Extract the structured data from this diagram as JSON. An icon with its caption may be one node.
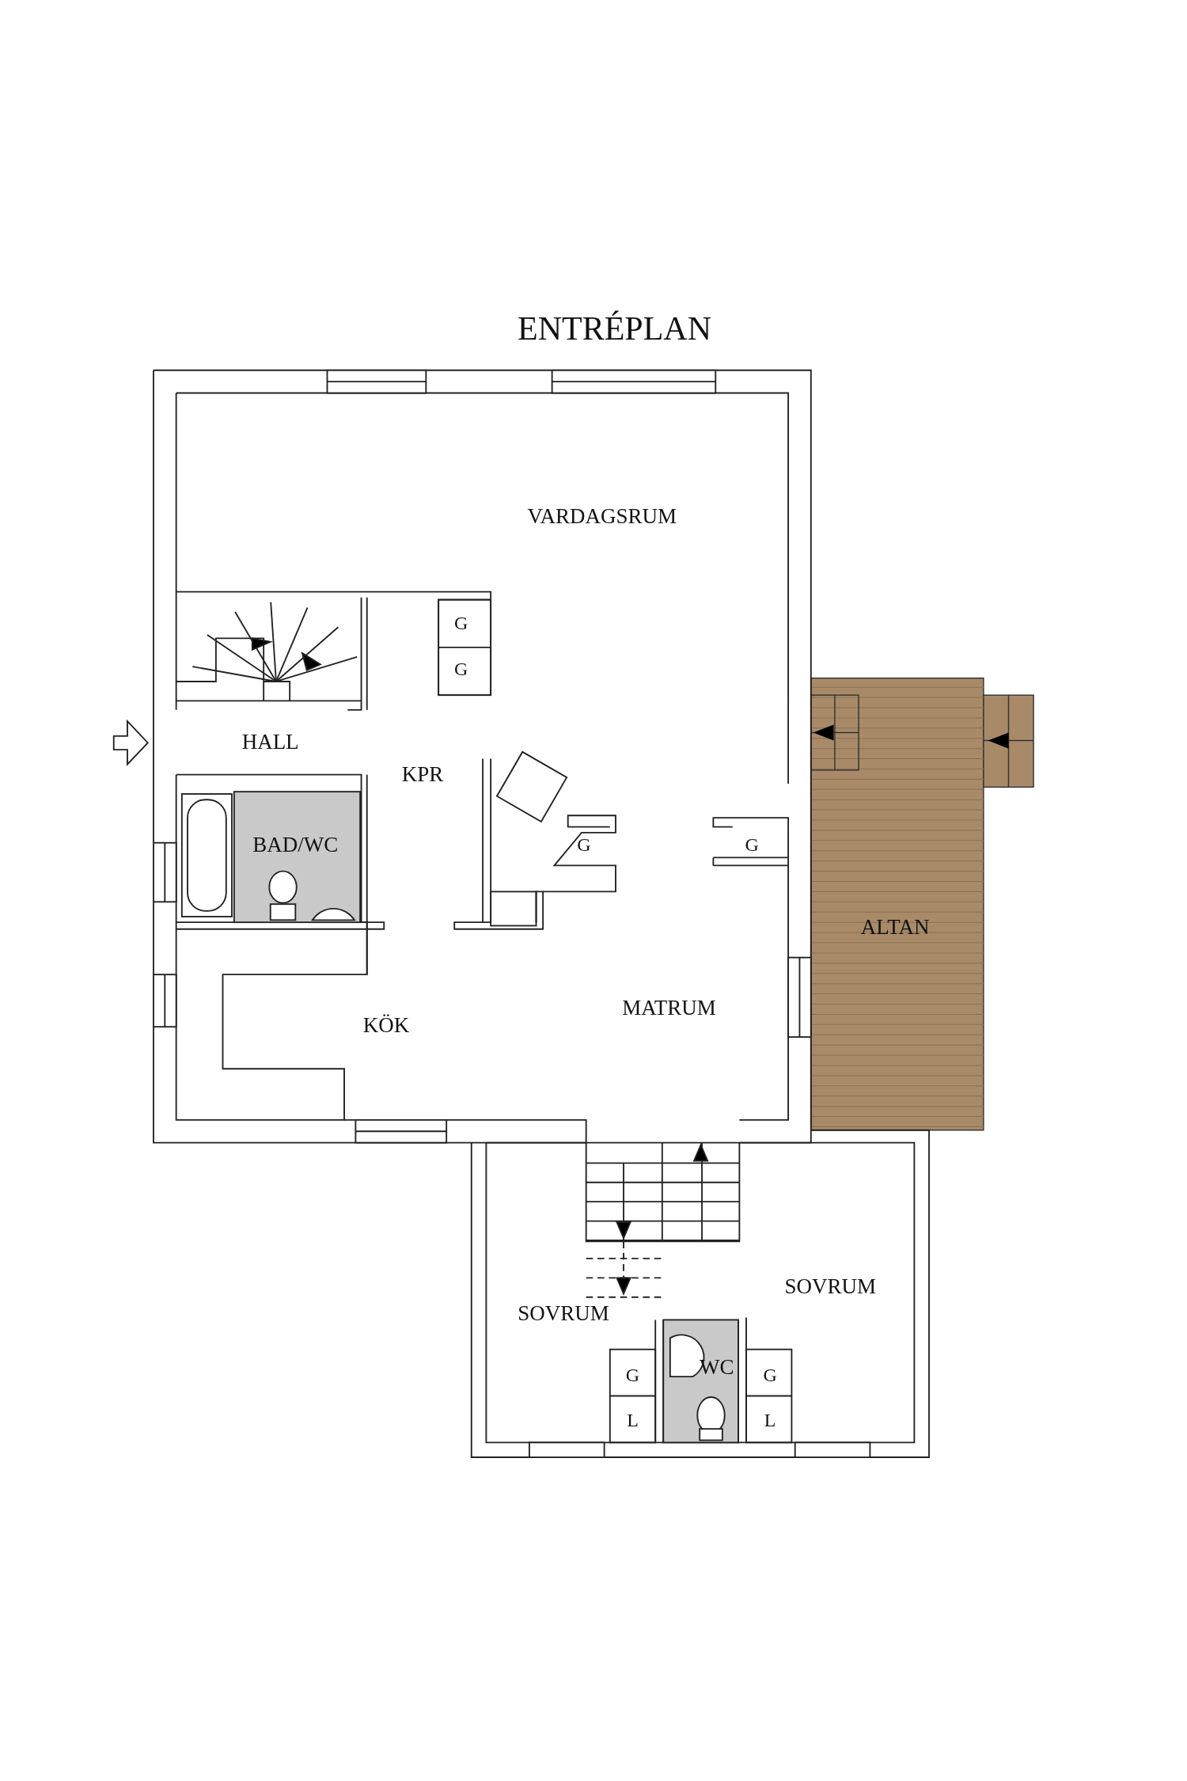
{
  "diagram": {
    "title": "ENTRÉPLAN",
    "labels": [
      "VARDAGSRUM",
      "G",
      "G",
      "HALL",
      "KPR",
      "BAD/WC",
      "G",
      "G",
      "ALTAN",
      "MATRUM",
      "KÖK",
      "SOVRUM",
      "SOVRUM",
      "WC",
      "G",
      "G",
      "L",
      "L"
    ]
  }
}
